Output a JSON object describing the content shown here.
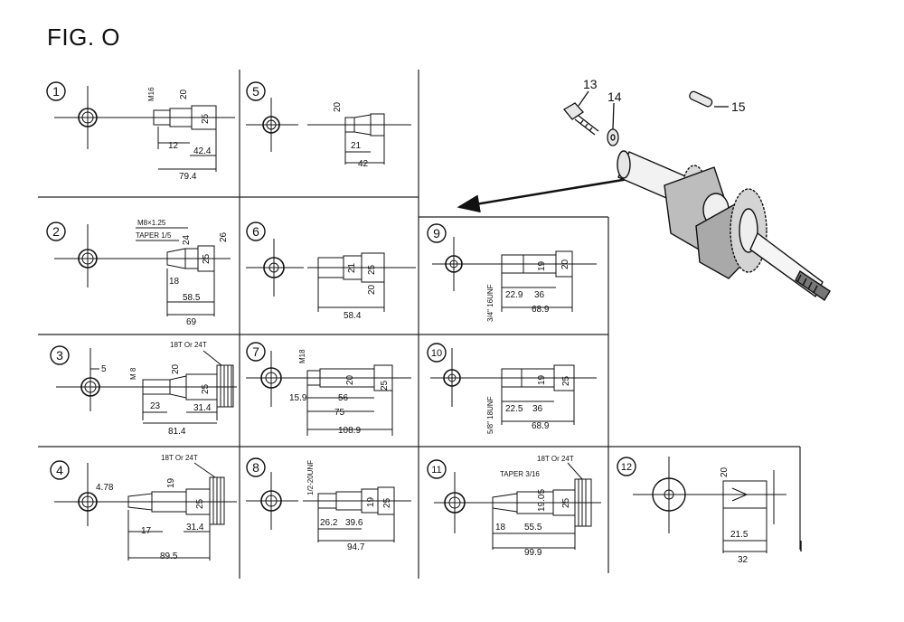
{
  "figure": {
    "title": "FIG. O"
  },
  "panels": [
    {
      "number": "1",
      "dims": [
        "M16",
        "20",
        "25",
        "12",
        "42.4",
        "79.4"
      ]
    },
    {
      "number": "2",
      "dims": [
        "M8×1.25",
        "TAPER 1/5",
        "24",
        "25",
        "26",
        "18",
        "58.5",
        "69"
      ]
    },
    {
      "number": "3",
      "dims": [
        "5",
        "M 8",
        "18T Or 24T",
        "20",
        "25",
        "23",
        "31.4",
        "81.4"
      ]
    },
    {
      "number": "4",
      "dims": [
        "4.78",
        "18T Or 24T",
        "19",
        "25",
        "17",
        "31.4",
        "89.5"
      ]
    },
    {
      "number": "5",
      "dims": [
        "20",
        "21",
        "42"
      ]
    },
    {
      "number": "6",
      "dims": [
        "21",
        "25",
        "20",
        "58.4"
      ]
    },
    {
      "number": "7",
      "dims": [
        "M18",
        "20",
        "25",
        "15.9",
        "56",
        "75",
        "108.9"
      ]
    },
    {
      "number": "8",
      "dims": [
        "1/2-20UNF",
        "19",
        "25",
        "26.2",
        "39.6",
        "94.7"
      ]
    },
    {
      "number": "9",
      "dims": [
        "3/4\" 16UNF",
        "19",
        "20",
        "22.9",
        "36",
        "68.9"
      ]
    },
    {
      "number": "10",
      "dims": [
        "5/8\" 18UNF",
        "19",
        "25",
        "22.5",
        "36",
        "68.9"
      ]
    },
    {
      "number": "11",
      "dims": [
        "18T Or 24T",
        "TAPER 3/16",
        "19.05",
        "25",
        "18",
        "55.5",
        "99.9"
      ]
    },
    {
      "number": "12",
      "dims": [
        "20",
        "21.5",
        "32"
      ]
    }
  ],
  "parts": [
    {
      "number": "13"
    },
    {
      "number": "14"
    },
    {
      "number": "15"
    }
  ]
}
